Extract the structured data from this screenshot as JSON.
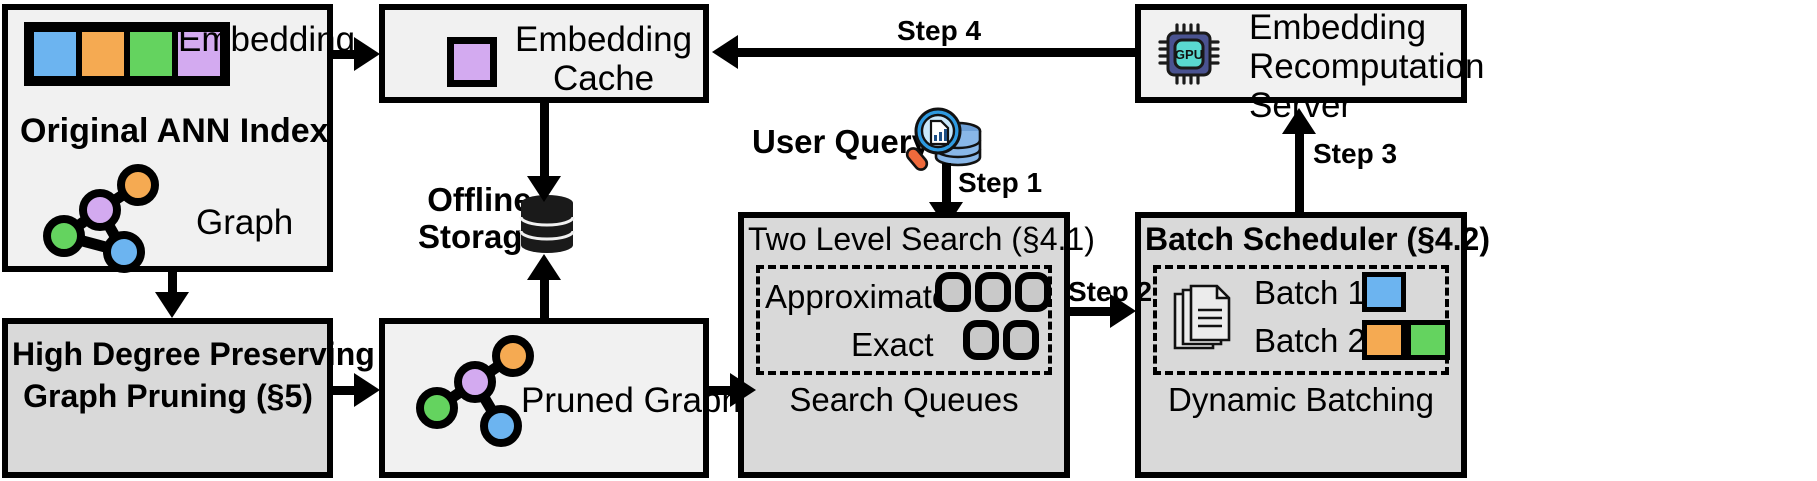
{
  "palette": {
    "blue": "#6cb4f0",
    "orange": "#f5aa52",
    "green": "#64d35f",
    "purple": "#d3aaf0",
    "gpu_chip": "#4a5391",
    "gpu_core": "#5ad9d0",
    "box_fill": "#f1f1f1",
    "box_fill_gray": "#d9d9d9",
    "chip_fill": "#c9c9c9",
    "stroke": "#000000"
  },
  "boxes": {
    "original_ann_index": {
      "title": "Original ANN Index",
      "embedding_label": "Embedding",
      "graph_label": "Graph",
      "embedding_swatches": [
        "blue",
        "orange",
        "green",
        "purple"
      ],
      "graph_nodes": [
        "orange",
        "purple",
        "green",
        "blue"
      ]
    },
    "embedding_cache": {
      "title_line1": "Embedding",
      "title_line2": "Cache",
      "swatch": "purple"
    },
    "embedding_recomputation_server": {
      "title_line1": "Embedding",
      "title_line2": "Recomputation",
      "title_line3": "Server",
      "icon": "gpu-chip-icon",
      "icon_label": "GPU"
    },
    "graph_pruning": {
      "title_line1": "High Degree Preserving",
      "title_line2": "Graph Pruning (§5)"
    },
    "pruned_graph": {
      "label": "Pruned Graph",
      "graph_nodes": [
        "orange",
        "purple",
        "green",
        "blue"
      ]
    },
    "two_level_search": {
      "title": "Two Level Search (§4.1)",
      "rows": [
        {
          "label": "Approximate",
          "queue_count": 3
        },
        {
          "label": "Exact",
          "queue_count": 2
        }
      ],
      "footer": "Search Queues"
    },
    "batch_scheduler": {
      "title": "Batch Scheduler (§4.2)",
      "icon": "documents-stack-icon",
      "rows": [
        {
          "label": "Batch 1",
          "blocks": [
            "blue"
          ]
        },
        {
          "label": "Batch 2",
          "blocks": [
            "orange",
            "green"
          ]
        }
      ],
      "footer": "Dynamic Batching"
    }
  },
  "free_labels": {
    "offline_storage_line1": "Offline",
    "offline_storage_line2": "Storage",
    "offline_storage_icon": "database-cylinder-icon",
    "user_query": "User Query",
    "user_query_icon": "query-search-database-icon"
  },
  "steps": {
    "step1": "Step 1",
    "step2": "Step 2",
    "step3": "Step 3",
    "step4": "Step 4"
  }
}
